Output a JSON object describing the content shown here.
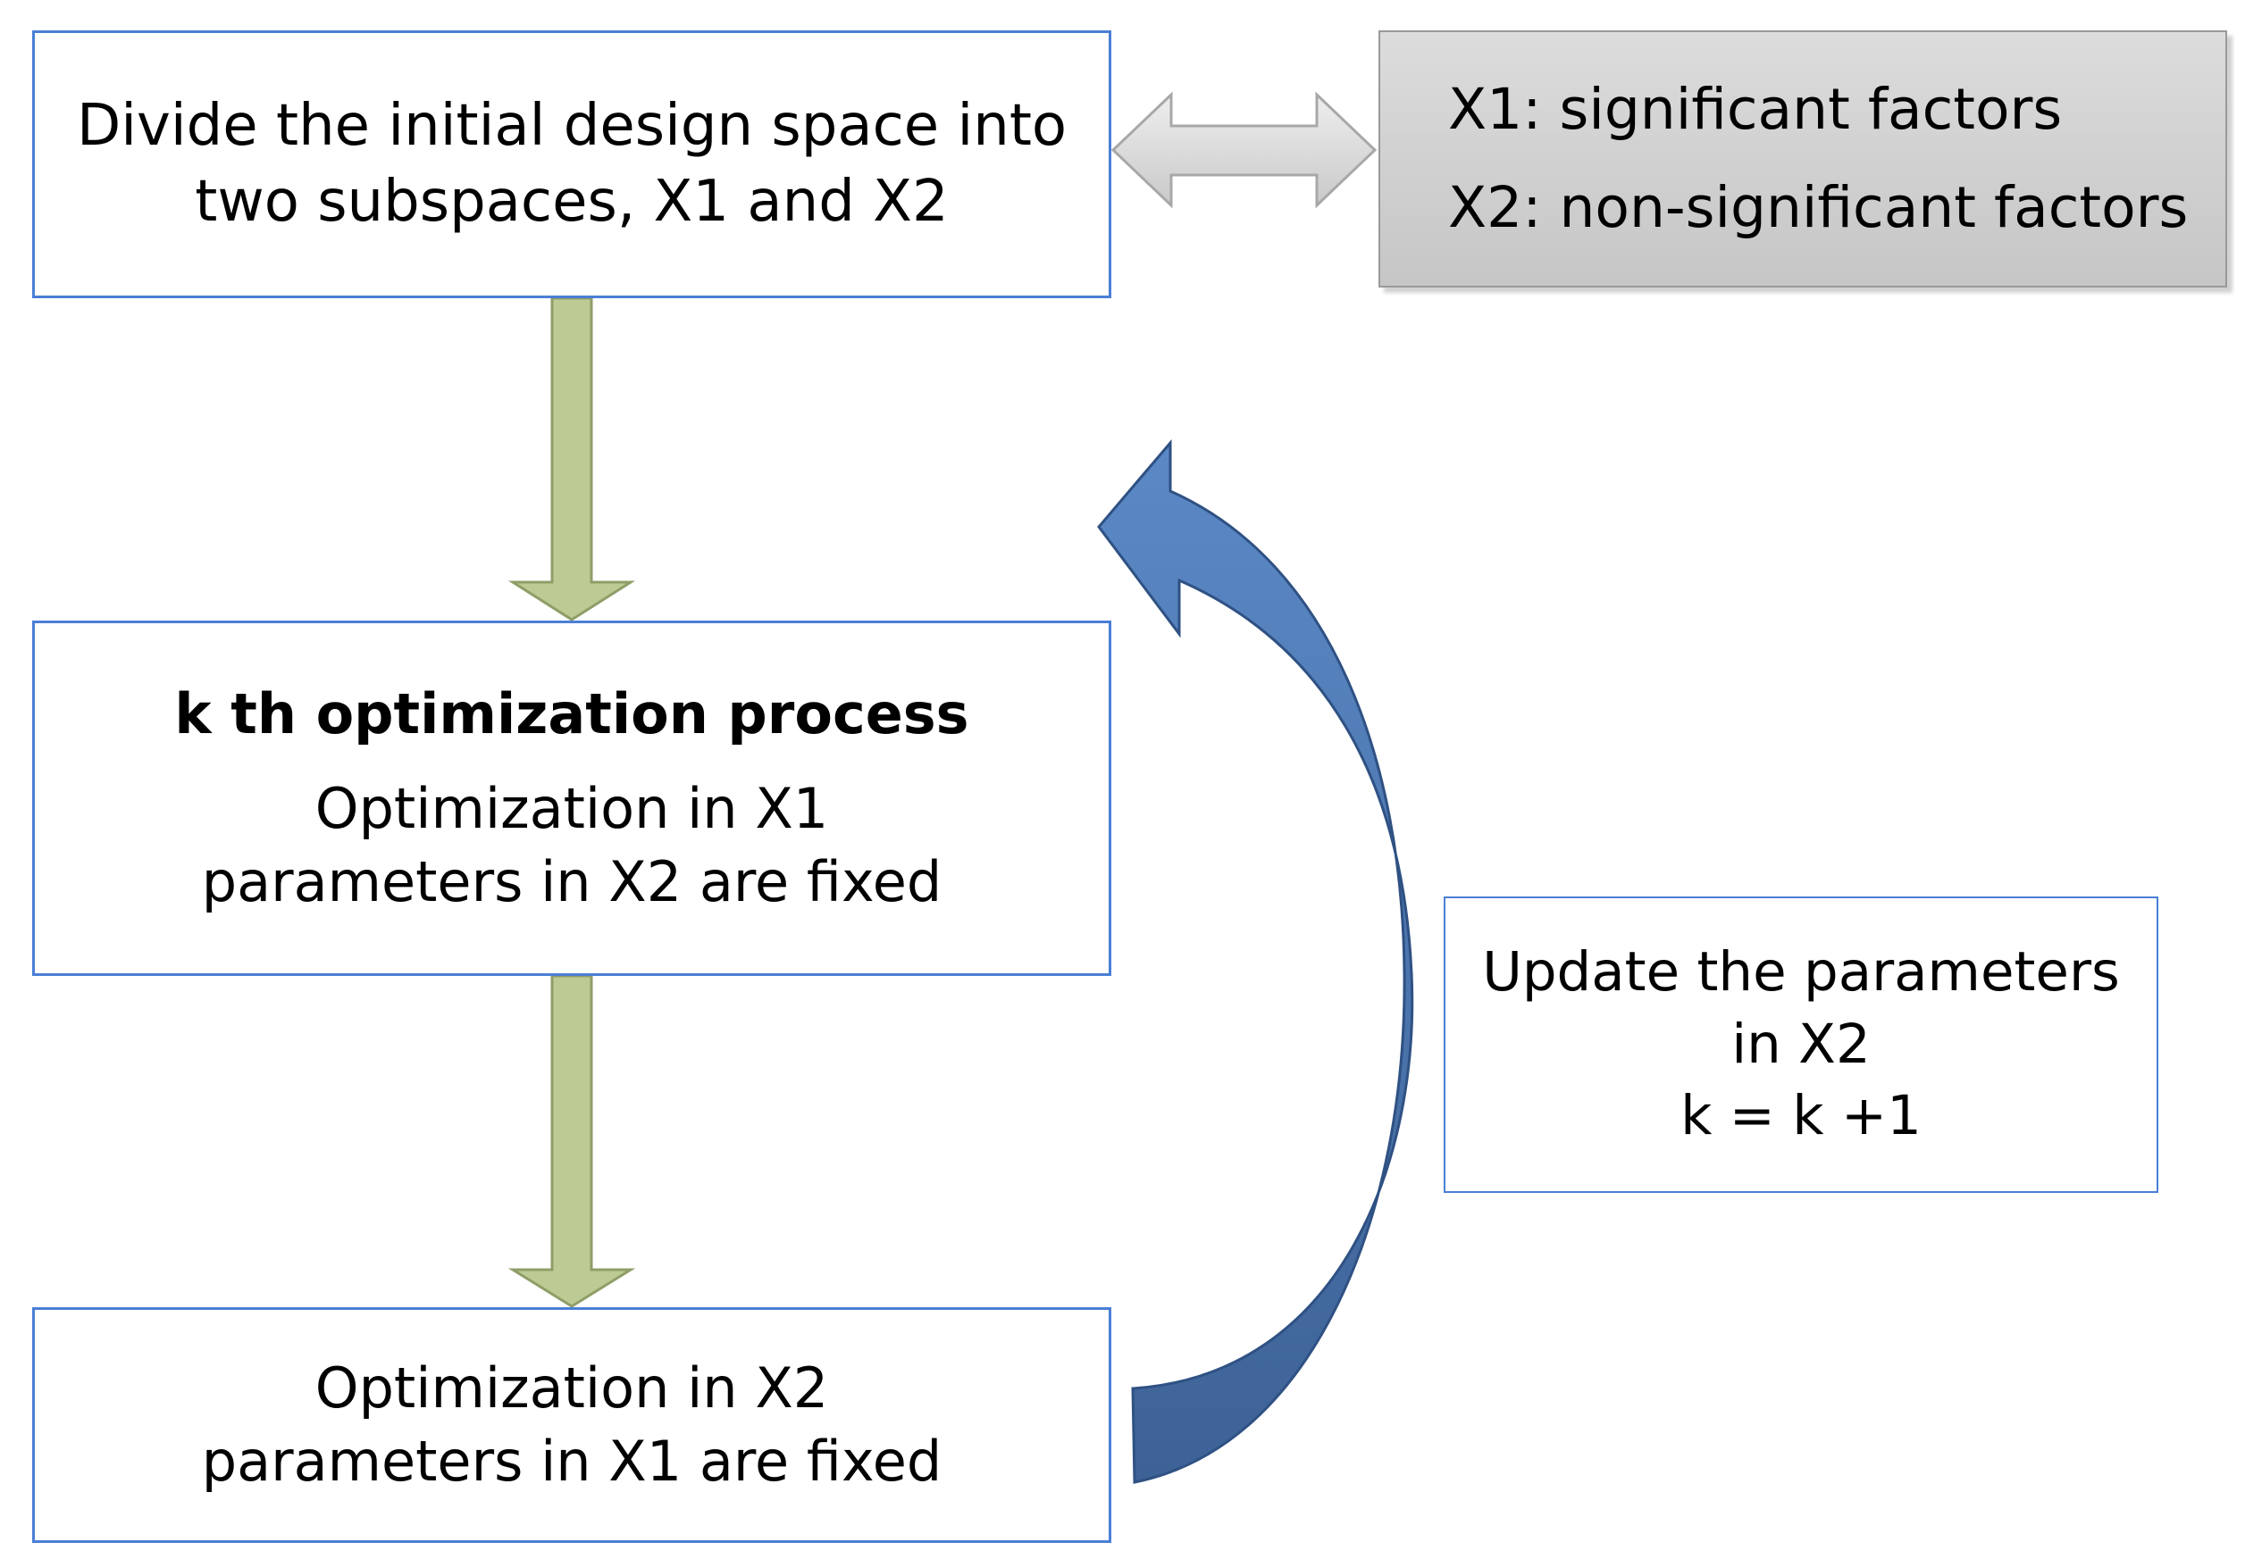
{
  "diagram": {
    "divide_box": {
      "lines": [
        "Divide the initial design space into",
        "two subspaces, X1 and X2"
      ]
    },
    "legend_box": {
      "lines": [
        "X1: significant factors",
        "X2: non-significant factors"
      ]
    },
    "kth_box": {
      "title": "k th optimization process",
      "lines": [
        "Optimization in X1",
        "parameters in X2 are fixed"
      ]
    },
    "opt_x2_box": {
      "lines": [
        "Optimization in X2",
        "parameters in X1 are fixed"
      ]
    },
    "update_box": {
      "lines": [
        "Update the parameters",
        "in X2",
        "k = k +1"
      ]
    },
    "colors": {
      "box_border": "#4a7fd6",
      "legend_fill": "#d0d0d0",
      "down_arrow_fill": "#bccb93",
      "double_arrow_fill": "#d9d9d9",
      "loop_arrow_fill": "#4a72ad"
    }
  }
}
